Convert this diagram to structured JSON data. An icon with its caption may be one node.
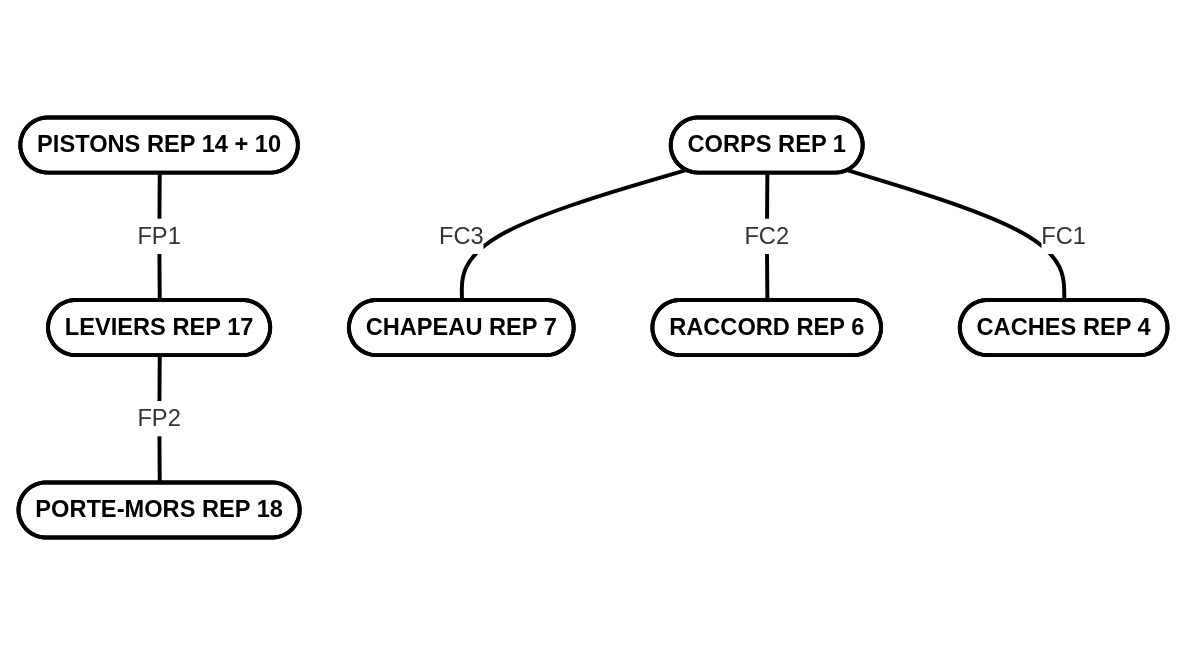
{
  "diagram": {
    "nodes": [
      {
        "text": [
          "PISTONS REP 14 + 10"
        ]
      },
      {
        "text": [
          "LEVIERS REP 17"
        ]
      },
      {
        "text": [
          "CHAPEAU REP 7"
        ]
      },
      {
        "text": [
          "CORPS REP 1"
        ]
      },
      {
        "text": [
          "RACCORD REP 6"
        ]
      },
      {
        "text": [
          "PORTE-MORS REP 18"
        ]
      },
      {
        "text": [
          "CACHES REP 4"
        ]
      }
    ],
    "edges": [
      {
        "from": 0,
        "to": 1,
        "arrow": "none",
        "label": "FP1"
      },
      {
        "from": 1,
        "to": 5,
        "arrow": "none",
        "label": "FP2"
      },
      {
        "from": 3,
        "to": 2,
        "arrow": "none",
        "label": "FC3"
      },
      {
        "from": 3,
        "to": 4,
        "arrow": "none",
        "label": "FC2"
      },
      {
        "from": 3,
        "to": 6,
        "arrow": "none",
        "label": "FC1"
      }
    ]
  }
}
